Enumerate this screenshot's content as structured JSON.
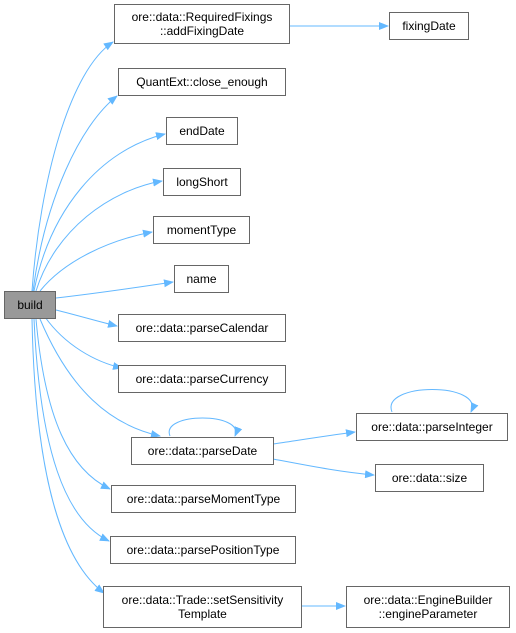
{
  "root": {
    "label": "build",
    "fill": "#999999"
  },
  "colors": {
    "edge": "#63b8ff",
    "border": "#666666"
  },
  "nodes": {
    "addfixingdate": {
      "lines": [
        "ore::data::RequiredFixings",
        "::addFixingDate"
      ]
    },
    "fixingdate": {
      "lines": [
        "fixingDate"
      ]
    },
    "closeenough": {
      "lines": [
        "QuantExt::close_enough"
      ]
    },
    "enddate": {
      "lines": [
        "endDate"
      ]
    },
    "longshort": {
      "lines": [
        "longShort"
      ]
    },
    "momenttype": {
      "lines": [
        "momentType"
      ]
    },
    "name": {
      "lines": [
        "name"
      ]
    },
    "parsecalendar": {
      "lines": [
        "ore::data::parseCalendar"
      ]
    },
    "parsecurrency": {
      "lines": [
        "ore::data::parseCurrency"
      ]
    },
    "parsedate": {
      "lines": [
        "ore::data::parseDate"
      ]
    },
    "parseinteger": {
      "lines": [
        "ore::data::parseInteger"
      ]
    },
    "size": {
      "lines": [
        "ore::data::size"
      ]
    },
    "parsemomenttype": {
      "lines": [
        "ore::data::parseMomentType"
      ]
    },
    "parsepositiontype": {
      "lines": [
        "ore::data::parsePositionType"
      ]
    },
    "setsensitivity": {
      "lines": [
        "ore::data::Trade::setSensitivity",
        "Template"
      ]
    },
    "engineparameter": {
      "lines": [
        "ore::data::EngineBuilder",
        "::engineParameter"
      ]
    }
  }
}
